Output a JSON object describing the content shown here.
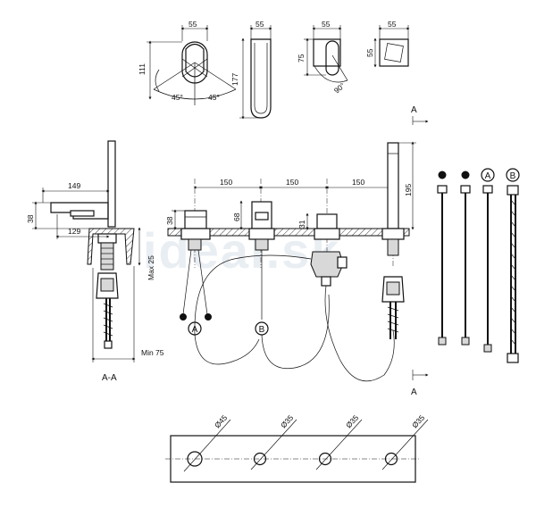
{
  "watermark": "ideal.sk",
  "top_views": {
    "lever_width": "55",
    "lever_height": "111",
    "angle_left": "45°",
    "angle_right": "45°",
    "spout_width": "55",
    "spout_height": "177",
    "handle_width": "55",
    "handle_height": "75",
    "handle_angle": "90°",
    "square_width": "55",
    "square_height": "55"
  },
  "side_section": {
    "spout_reach": "149",
    "height": "38",
    "base_reach": "129",
    "deck_max": "Max 25",
    "min_depth": "Min 75",
    "label": "A-A"
  },
  "front_view": {
    "spacing_1": "150",
    "spacing_2": "150",
    "spacing_3": "150",
    "left_height": "38",
    "spout_height": "68",
    "handle_height": "31",
    "shower_height": "195",
    "marker_a": "A",
    "marker_b": "B",
    "section_mark_top": "A",
    "section_mark_bottom": "A"
  },
  "hoses": {
    "label_a": "A",
    "label_b": "B"
  },
  "plate": {
    "hole_1": "Ø45",
    "hole_2": "Ø35",
    "hole_3": "Ø35",
    "hole_4": "Ø35"
  }
}
